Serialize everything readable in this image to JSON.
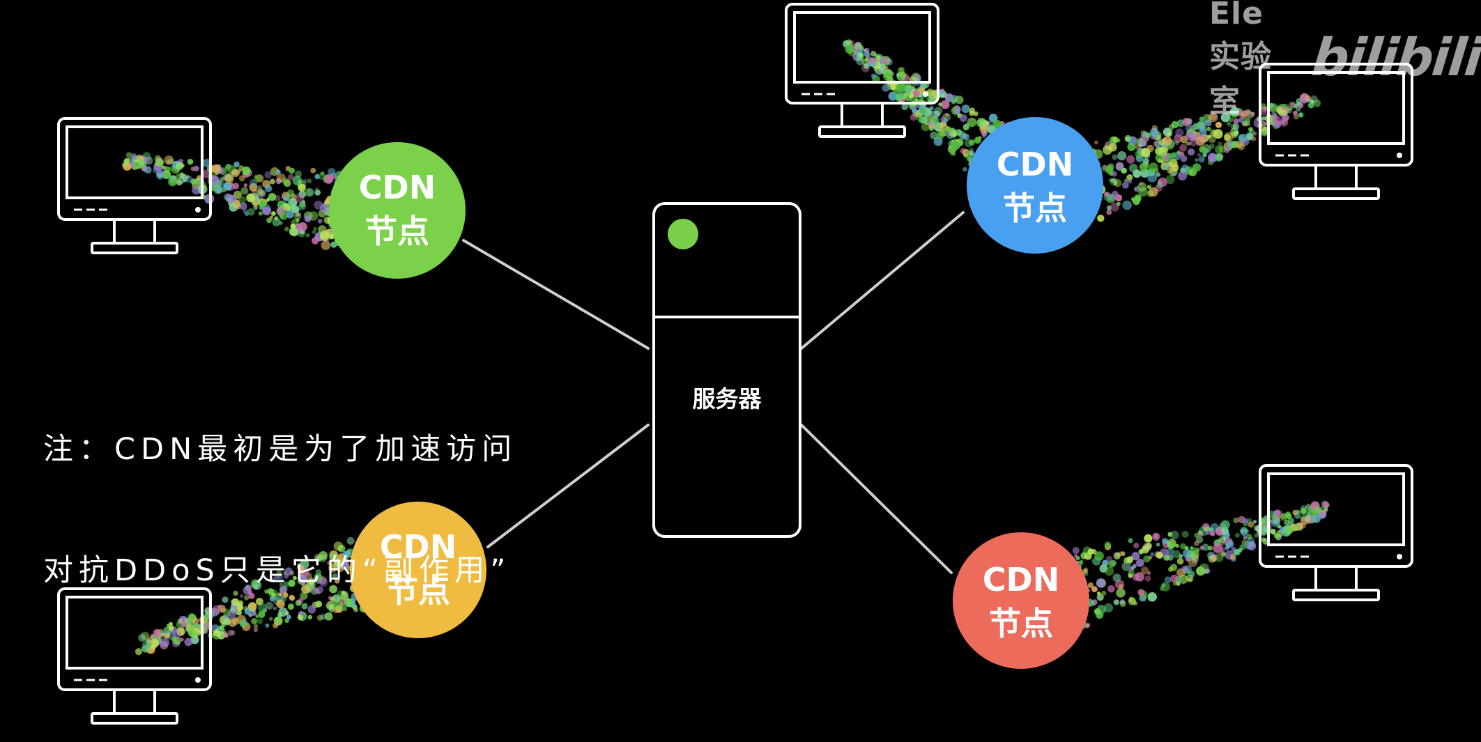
{
  "watermark": {
    "channel": "Ele实验室",
    "logo": "bilibili"
  },
  "server": {
    "label": "服务器",
    "indicator_color": "#7ad04a"
  },
  "cdn_nodes": [
    {
      "id": "top-left",
      "line1": "CDN",
      "line2": "节点",
      "color": "#7bd14a"
    },
    {
      "id": "top-right",
      "line1": "CDN",
      "line2": "节点",
      "color": "#4aa0f0"
    },
    {
      "id": "bottom-left",
      "line1": "CDN",
      "line2": "节点",
      "color": "#efbc41"
    },
    {
      "id": "bottom-right",
      "line1": "CDN",
      "line2": "节点",
      "color": "#ed6b5b"
    }
  ],
  "note": {
    "line1": "注：CDN最初是为了加速访问",
    "line2": "对抗DDoS只是它的“副作用”"
  }
}
